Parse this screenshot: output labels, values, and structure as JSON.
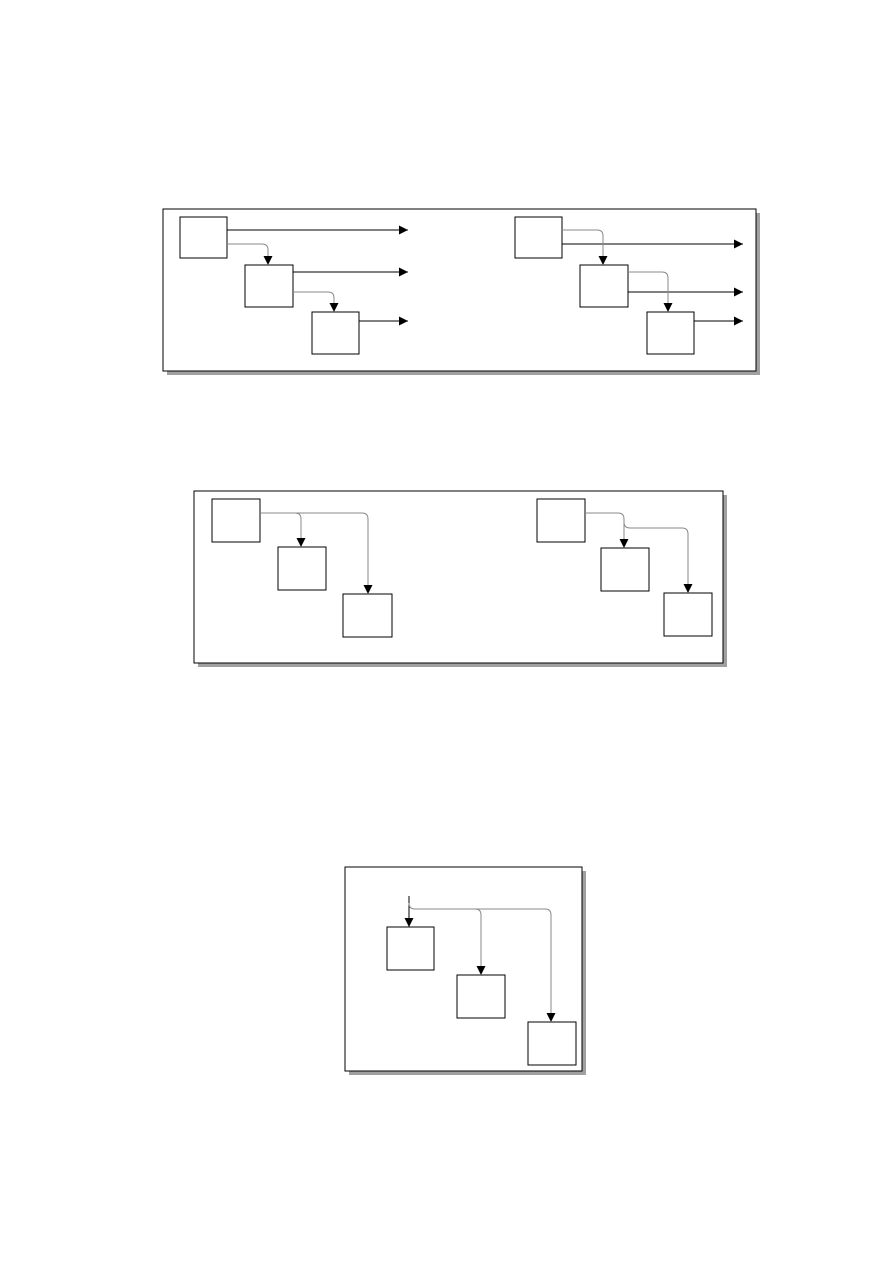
{
  "colors": {
    "background": "#ffffff",
    "stroke": "#000000",
    "shadow": "#a0a0a0",
    "routing_line": "#888888"
  },
  "figures": [
    {
      "name": "figure-1",
      "blocks": [
        {
          "name": "f1-left-block-1"
        },
        {
          "name": "f1-left-block-2"
        },
        {
          "name": "f1-left-block-3"
        },
        {
          "name": "f1-right-block-1"
        },
        {
          "name": "f1-right-block-2"
        },
        {
          "name": "f1-right-block-3"
        }
      ],
      "output_arrows": 6,
      "connector_arrows": 4
    },
    {
      "name": "figure-2",
      "blocks": [
        {
          "name": "f2-left-block-1"
        },
        {
          "name": "f2-left-block-2"
        },
        {
          "name": "f2-left-block-3"
        },
        {
          "name": "f2-right-block-1"
        },
        {
          "name": "f2-right-block-2"
        },
        {
          "name": "f2-right-block-3"
        }
      ],
      "output_arrows": 0,
      "connector_arrows": 4
    },
    {
      "name": "figure-3",
      "blocks": [
        {
          "name": "f3-block-1"
        },
        {
          "name": "f3-block-2"
        },
        {
          "name": "f3-block-3"
        }
      ],
      "output_arrows": 0,
      "connector_arrows": 3
    }
  ]
}
